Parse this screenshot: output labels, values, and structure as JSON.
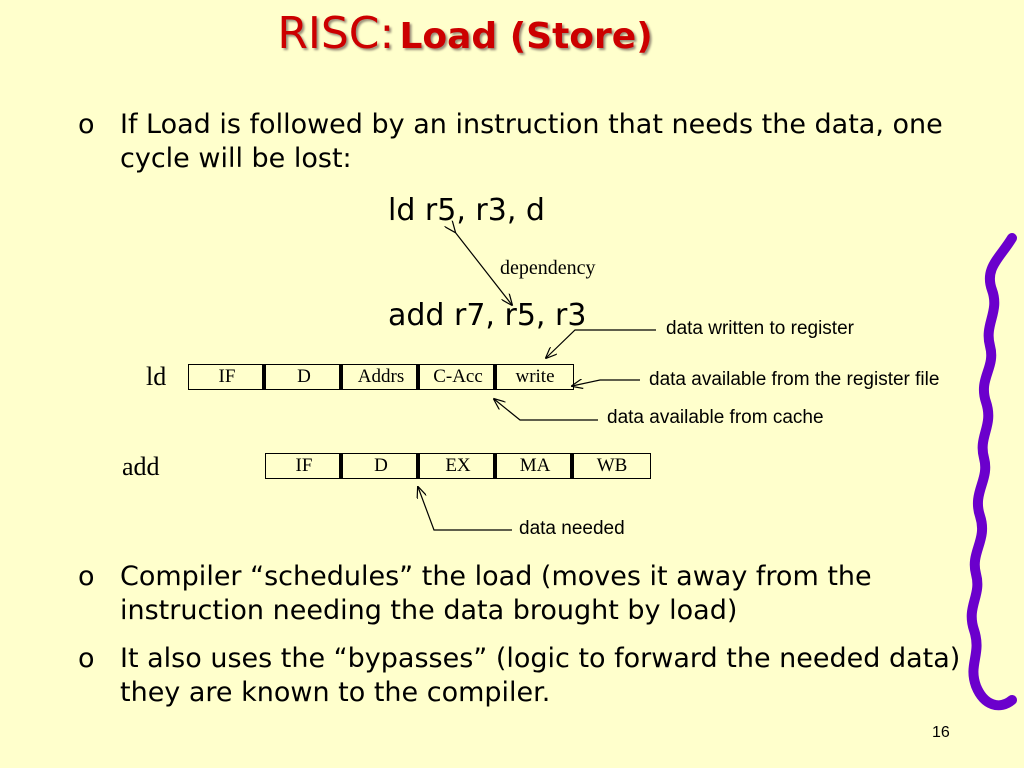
{
  "title": {
    "part1": "RISC:",
    "part2": "Load (Store)"
  },
  "bullets": [
    {
      "marker": "o",
      "text": "If Load is followed by an instruction that needs the data, one cycle will be lost:"
    },
    {
      "marker": "o",
      "text": "Compiler “schedules” the load (moves it away from the instruction needing the data brought by load)"
    },
    {
      "marker": "o",
      "text": "It also uses the “bypasses” (logic to forward the needed data) - they are known to the compiler."
    }
  ],
  "code": {
    "line1": "ld r5, r3, d",
    "line2": "add r7, r5, r3"
  },
  "dependency_label": "dependency",
  "pipeline": {
    "ld": {
      "label": "ld",
      "stages": [
        "IF",
        "D",
        "Addrs",
        "C-Acc",
        "write"
      ]
    },
    "add": {
      "label": "add",
      "stages": [
        "IF",
        "D",
        "EX",
        "MA",
        "WB"
      ]
    }
  },
  "annotations": {
    "written": "data written to register",
    "available_regfile": "data available from the register file",
    "available_cache": "data available from cache",
    "needed": "data needed"
  },
  "page_number": "16",
  "colors": {
    "background": "#FFFFCC",
    "title": "#CC0000",
    "wave": "#6B00CC"
  }
}
